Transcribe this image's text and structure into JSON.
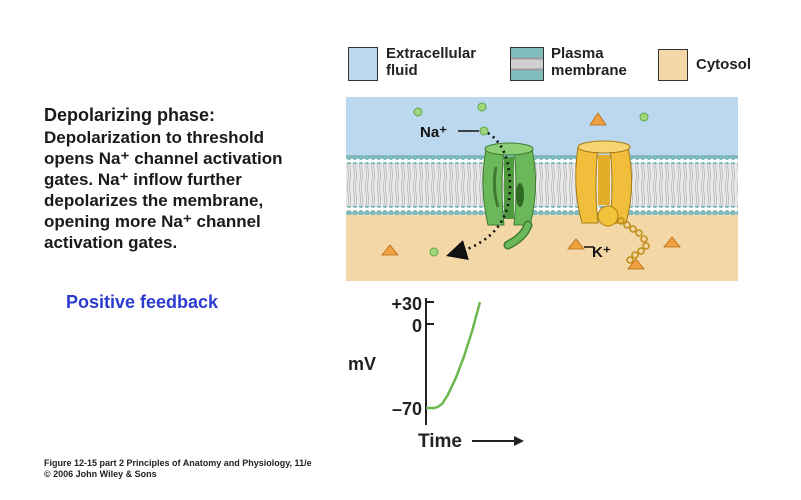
{
  "legend": {
    "extracellular": "Extracellular\nfluid",
    "membrane": "Plasma\nmembrane",
    "cytosol": "Cytosol"
  },
  "description": {
    "title": "Depolarizing phase:",
    "lines": [
      "Depolarization to threshold",
      "opens Na⁺ channel activation",
      "gates. Na⁺ inflow further",
      "depolarizes the membrane,",
      "opening more Na⁺ channel",
      "activation gates."
    ]
  },
  "feedback": "Positive feedback",
  "labels": {
    "na": "Na⁺",
    "k": "K⁺"
  },
  "chart_data": {
    "type": "line",
    "ylabel": "mV",
    "xlabel": "Time",
    "yticks": [
      "+30",
      "0",
      "–70"
    ],
    "ylim": [
      -70,
      30
    ],
    "series": [
      {
        "x": [
          0,
          0.15,
          0.22,
          0.3,
          0.4,
          0.55,
          0.7,
          0.85,
          1.0
        ],
        "y": [
          -70,
          -70,
          -69,
          -66,
          -58,
          -42,
          -22,
          2,
          30
        ]
      }
    ]
  },
  "colors": {
    "extracellular": "#bcd8ef",
    "cytosol": "#f4d7a6",
    "membrane": "#7fbcbc",
    "na_channel": "#5aa84a",
    "k_channel": "#e3ad2a",
    "feedback": "#2b3ccf",
    "trace": "#6cb84f"
  },
  "caption": {
    "line1": "Figure 12-15 part 2  Principles of Anatomy and Physiology, 11/e",
    "line2": "© 2006 John Wiley & Sons"
  }
}
